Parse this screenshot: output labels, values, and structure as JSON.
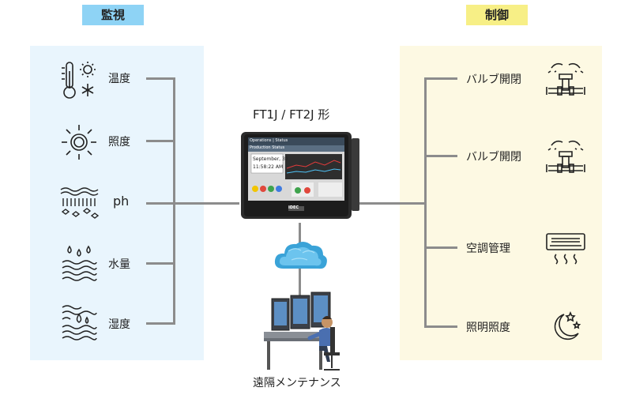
{
  "monitor": {
    "title": "監視",
    "items": [
      {
        "label": "温度",
        "icon": "thermometer-sun-snow-icon"
      },
      {
        "label": "照度",
        "icon": "sun-icon"
      },
      {
        "label": "ph",
        "icon": "soil-icon"
      },
      {
        "label": "水量",
        "icon": "water-drops-icon"
      },
      {
        "label": "湿度",
        "icon": "humidity-icon"
      }
    ]
  },
  "control": {
    "title": "制御",
    "items": [
      {
        "label": "バルブ開閉",
        "icon": "sprinkler-valve-icon"
      },
      {
        "label": "バルブ開閉",
        "icon": "sprinkler-valve-icon"
      },
      {
        "label": "空調管理",
        "icon": "air-conditioner-icon"
      },
      {
        "label": "照明照度",
        "icon": "moon-stars-icon"
      }
    ]
  },
  "device": {
    "title": "FT1J / FT2J 形",
    "screen_header": "Operations | Status",
    "screen_title": "Production Status",
    "date": "September, 30",
    "time": "11:58:22 AM",
    "brand": "IDEC"
  },
  "remote": {
    "label": "遠隔メンテナンス"
  },
  "colors": {
    "monitor_panel": "#e9f5fd",
    "monitor_tag": "#8ed3f5",
    "control_panel": "#fdf9e3",
    "control_tag": "#f7ef86",
    "line": "#8c8c8c"
  }
}
